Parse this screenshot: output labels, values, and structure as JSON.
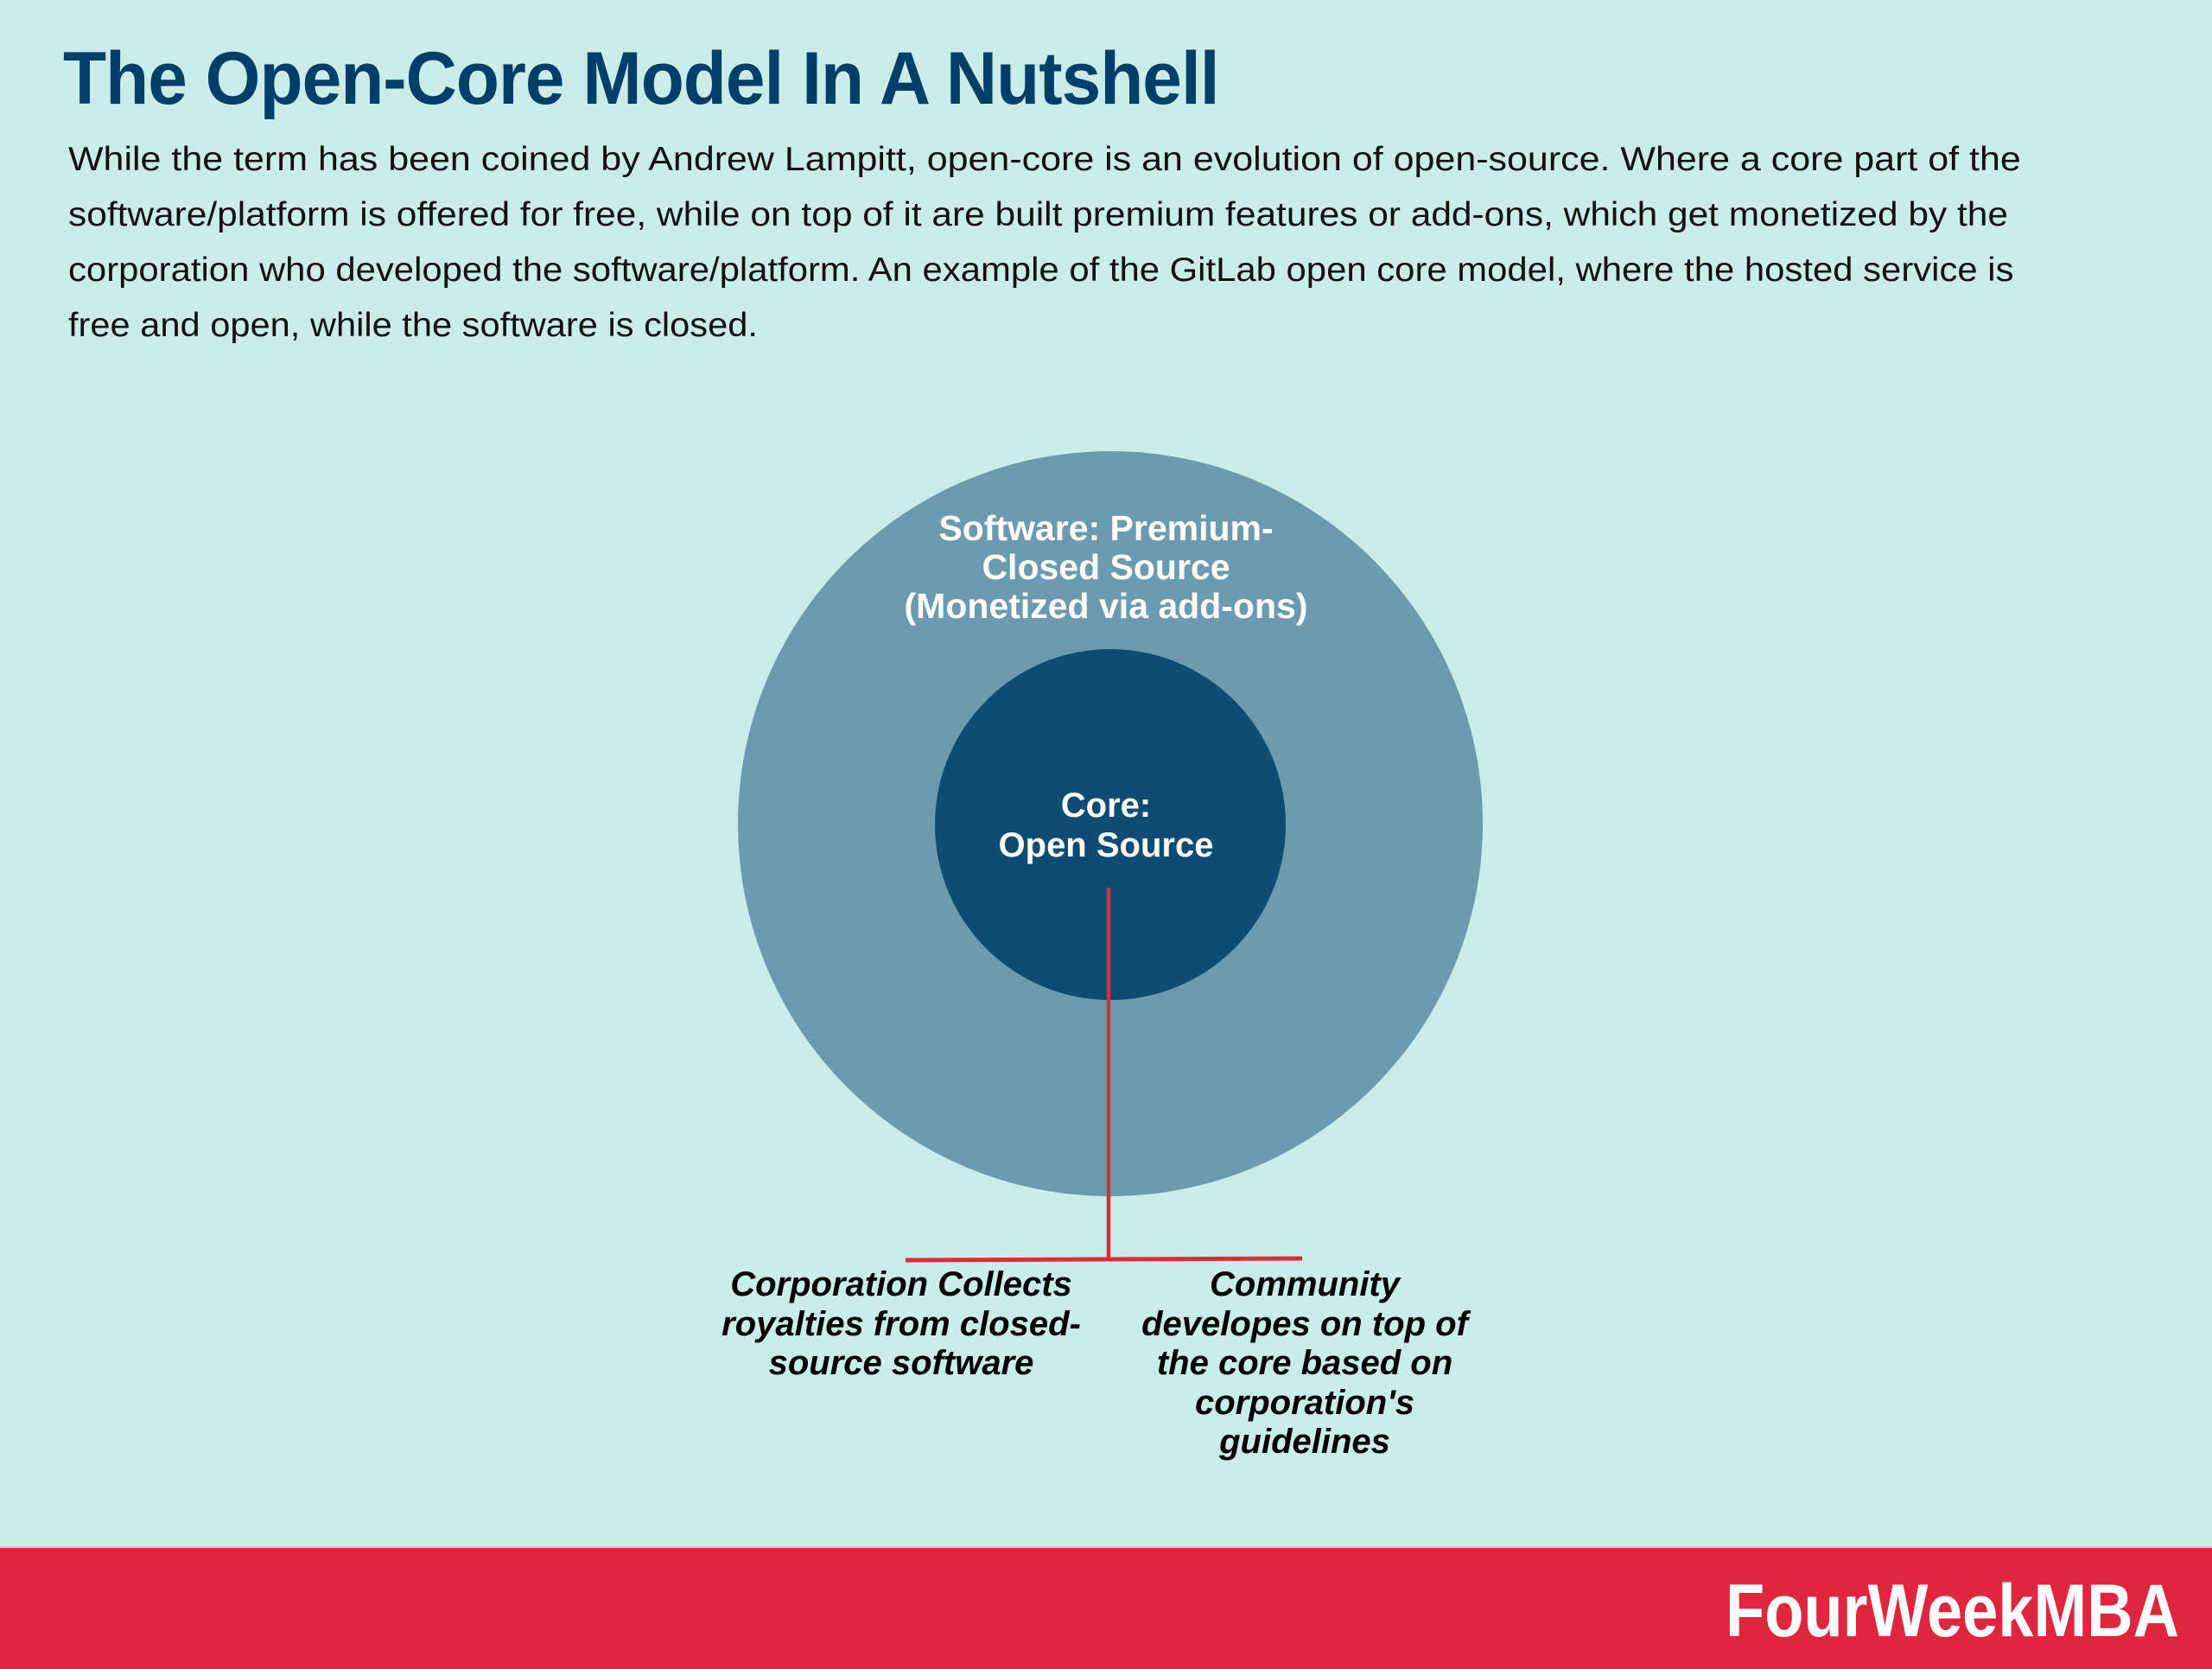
{
  "header": {
    "title": "The Open-Core Model In A Nutshell",
    "description_lines": [
      "While the term has been coined by Andrew Lampitt, open-core is an evolution of open-source. Where a core part of the",
      "software/platform is offered for free, while on top of it are built premium features or add-ons, which get monetized by the",
      "corporation who developed the software/platform. An example of the GitLab open core model, where the hosted service is",
      "free and open, while the software is closed."
    ]
  },
  "diagram": {
    "outer_circle": {
      "label_lines": [
        "Software: Premium-",
        "Closed Source",
        "(Monetized via add-ons)"
      ]
    },
    "inner_circle": {
      "label_lines": [
        "Core:",
        "Open Source"
      ]
    },
    "branches": {
      "left": {
        "label_lines": [
          "Corporation Collects",
          "royalties from closed-",
          "source software"
        ]
      },
      "right": {
        "label_lines": [
          "Community",
          "developes on top of",
          "the core based on",
          "corporation's",
          "guidelines"
        ]
      }
    }
  },
  "footer": {
    "brand": "FourWeekMBA"
  },
  "colors": {
    "background": "#CBEDEA",
    "title": "#003F69",
    "outer_circle": "#6C9BAF",
    "inner_circle": "#0F4C71",
    "connector": "#E0283F",
    "footer_bar": "#DF263F"
  }
}
